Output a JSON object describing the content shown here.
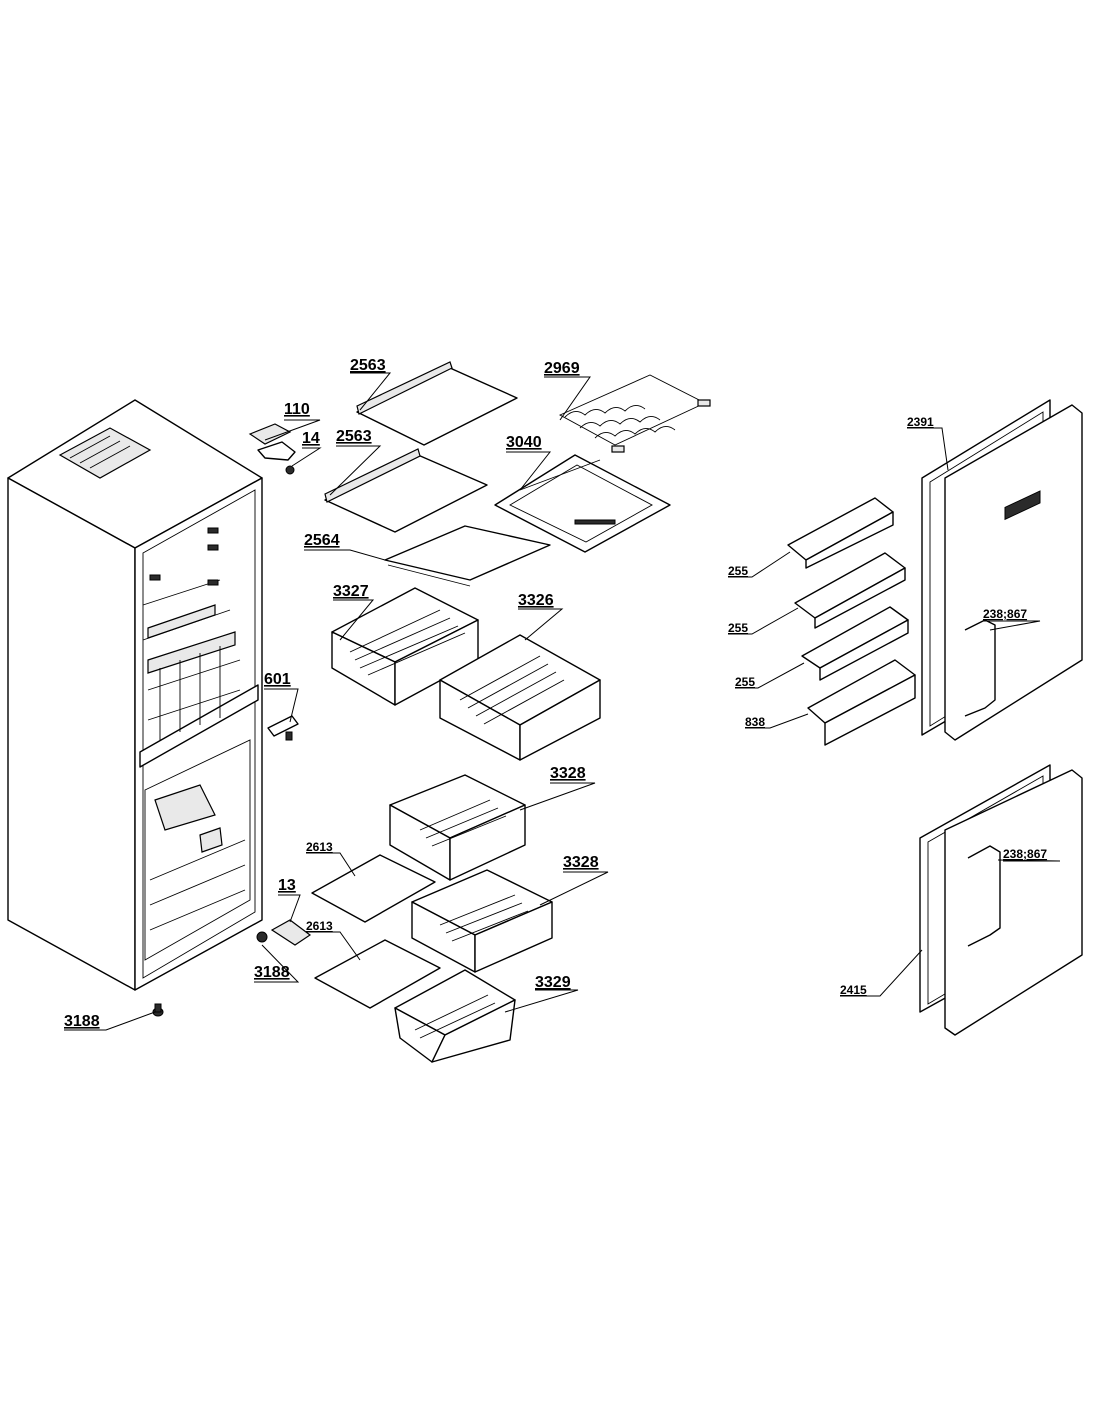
{
  "labels": {
    "p2563a": "2563",
    "p2969": "2969",
    "p110": "110",
    "p14": "14",
    "p2563b": "2563",
    "p3040": "3040",
    "p2564": "2564",
    "p3327": "3327",
    "p3326": "3326",
    "p601": "601",
    "p3328a": "3328",
    "p2613a": "2613",
    "p3328b": "3328",
    "p13": "13",
    "p2613b": "2613",
    "p3188a": "3188",
    "p3329": "3329",
    "p3188b": "3188",
    "p2391": "2391",
    "p255a": "255",
    "p255b": "255",
    "p255c": "255",
    "p238a": "238;867",
    "p838": "838",
    "p238b": "238;867",
    "p2415": "2415"
  }
}
